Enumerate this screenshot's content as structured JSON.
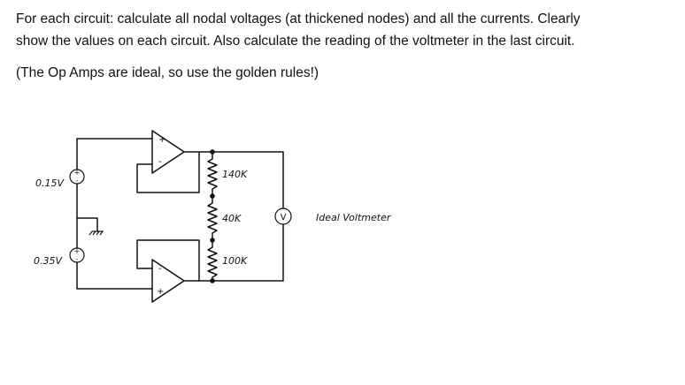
{
  "instructions": {
    "line1": "For each circuit: calculate all nodal voltages (at thickened nodes) and all the currents. Clearly",
    "line2": "show the values on each circuit. Also calculate the reading of the voltmeter in the last circuit.",
    "line3": "(The Op Amps are ideal, so use the golden rules!)"
  },
  "circuit": {
    "source_top_label": "0.15V",
    "source_bottom_label": "0.35V",
    "r1_label": "140K",
    "r2_label": "40K",
    "r3_label": "100K",
    "voltmeter_symbol": "V",
    "voltmeter_label": "Ideal Voltmeter",
    "opamp_top_plus": "+",
    "opamp_top_minus": "-",
    "opamp_bottom_plus": "+",
    "opamp_bottom_minus": "-"
  }
}
